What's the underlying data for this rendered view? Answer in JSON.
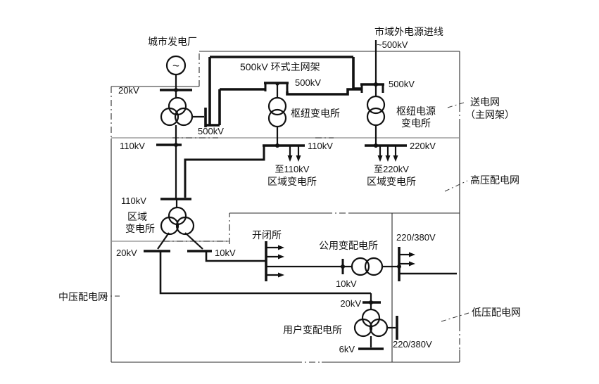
{
  "figure": {
    "description": "城市电网结构示意图 (urban power grid structure schematic)",
    "background": "#ffffff",
    "line_color": "#111111",
    "boundary_color": "#8c8c8c"
  },
  "labels": {
    "city_plant": "城市发电厂",
    "gen_symbol": "~",
    "external_line": "市域外电源进线",
    "external_voltage": "~500kV",
    "ring_grid": "500kV 环式主网架",
    "v500_mid": "500kV",
    "v500_right": "500kV",
    "v500_gen": "500kV",
    "v20_gen": "20kV",
    "hub_sub": "枢纽变电所",
    "hub_src_1": "枢纽电源",
    "hub_src_2": "变电所",
    "send_grid_1": "送电网",
    "send_grid_2": "（主网架）",
    "v110_left": "110kV",
    "v110_mid": "110kV",
    "v220": "220kV",
    "to110_1": "至110kV",
    "to110_2": "区域变电所",
    "to220_1": "至220kV",
    "to220_2": "区域变电所",
    "hv_grid": "高压配电网",
    "v110_lower": "110kV",
    "regional_1": "区域",
    "regional_2": "变电所",
    "switch_station": "开闭所",
    "public_sub": "公用变配电所",
    "v220_380_up": "220/380V",
    "v20_regional": "20kV",
    "v10_regional": "10kV",
    "v10_public": "10kV",
    "mv_grid": "中压配电网",
    "v20_user": "20kV",
    "user_sub": "用户变配电所",
    "v6": "6kV",
    "v220_380_low": "220/380V",
    "lv_grid": "低压配电网"
  }
}
